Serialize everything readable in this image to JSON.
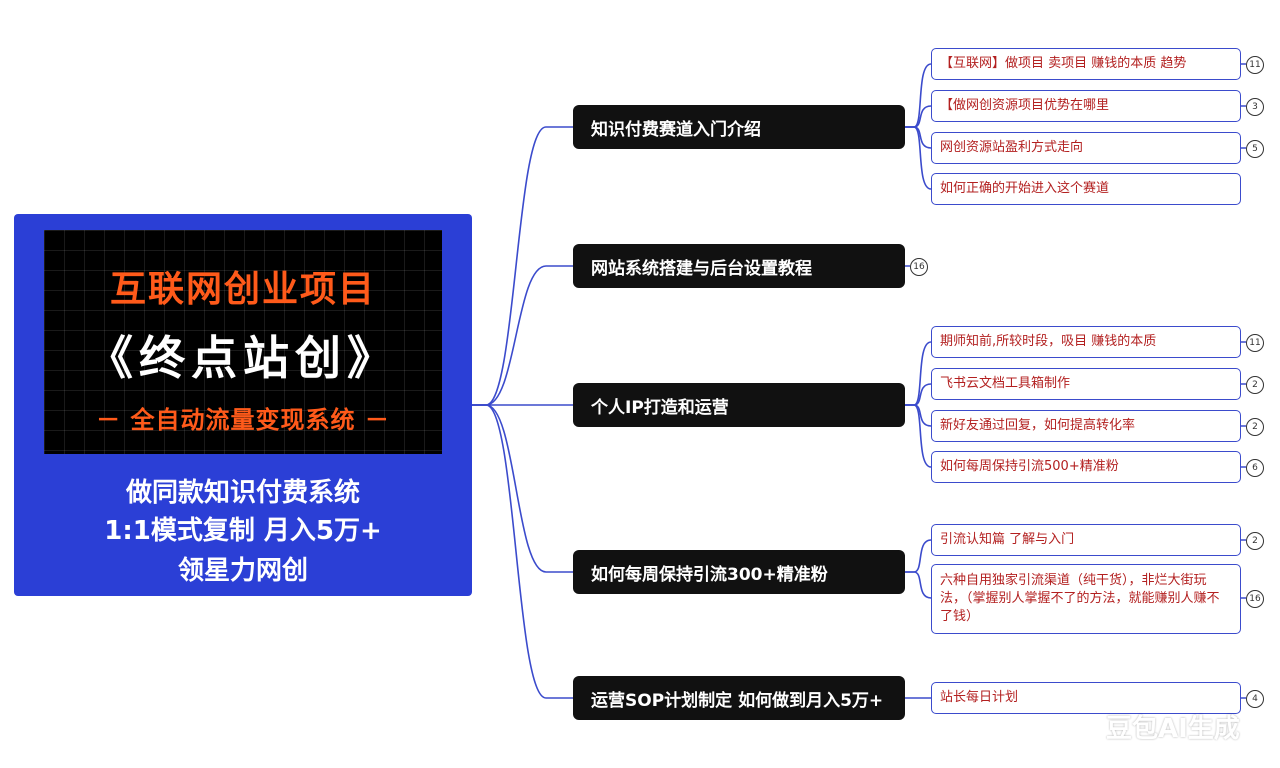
{
  "hero": {
    "title_line1": "互联网创业项目",
    "title_line2": "《终点站创》",
    "title_line3": "－ 全自动流量变现系统 －",
    "subtitle_lines": [
      "做同款知识付费系统",
      "1:1模式复制  月入5万+",
      "领星力网创"
    ]
  },
  "topics": [
    {
      "label": "知识付费赛道入门介绍",
      "leaves": [
        {
          "text": "【互联网】做项目 卖项目 赚钱的本质 趋势",
          "count": "11"
        },
        {
          "text": "【做网创资源项目优势在哪里",
          "count": "3"
        },
        {
          "text": "网创资源站盈利方式走向",
          "count": "5"
        },
        {
          "text": "如何正确的开始进入这个赛道",
          "count": ""
        }
      ]
    },
    {
      "label": "网站系统搭建与后台设置教程",
      "count": "16",
      "leaves": []
    },
    {
      "label": "个人IP打造和运营",
      "leaves": [
        {
          "text": "期师知前,所较时段，吸目 赚钱的本质",
          "count": "11"
        },
        {
          "text": "飞书云文档工具箱制作",
          "count": "2"
        },
        {
          "text": "新好友通过回复，如何提高转化率",
          "count": "2"
        },
        {
          "text": "如何每周保持引流500+精准粉",
          "count": "6"
        }
      ]
    },
    {
      "label": "如何每周保持引流300+精准粉",
      "leaves": [
        {
          "text": "引流认知篇  了解与入门",
          "count": "2"
        },
        {
          "text": "六种自用独家引流渠道（纯干货），非烂大街玩法，（掌握别人掌握不了的方法，就能赚别人赚不了钱）",
          "count": "16"
        }
      ]
    },
    {
      "label": "运营SOP计划制定 如何做到月入5万+",
      "leaves": [
        {
          "text": "站长每日计划",
          "count": "4"
        }
      ]
    }
  ],
  "watermark": "豆包AI生成",
  "colors": {
    "hero_bg": "#2b3fd6",
    "hero_inner_bg": "#000000",
    "hero_accent": "#ff5a1a",
    "topic_bg": "#111111",
    "connector": "#3b4bcc",
    "leaf_text": "#b32020"
  }
}
